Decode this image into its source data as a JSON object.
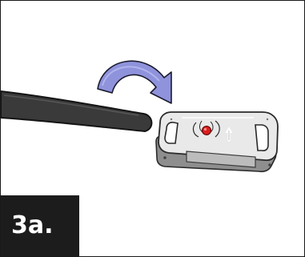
{
  "step": {
    "label": "3a."
  },
  "icons": {
    "strap": "strap-end",
    "device": "device-clip",
    "arrow": "curved-arrow",
    "indicator": "red-indicator-dot",
    "up_arrow": "up-arrow-icon"
  },
  "colors": {
    "arrow_fill": "#8f93dc",
    "arrow_stroke": "#1a1a2e",
    "strap": "#3a3a3a",
    "device_body": "#e9e9e9",
    "device_edge": "#9a9a9a",
    "indicator": "#d81e1e",
    "label_bg": "#1c1c1c",
    "label_text": "#ffffff"
  }
}
